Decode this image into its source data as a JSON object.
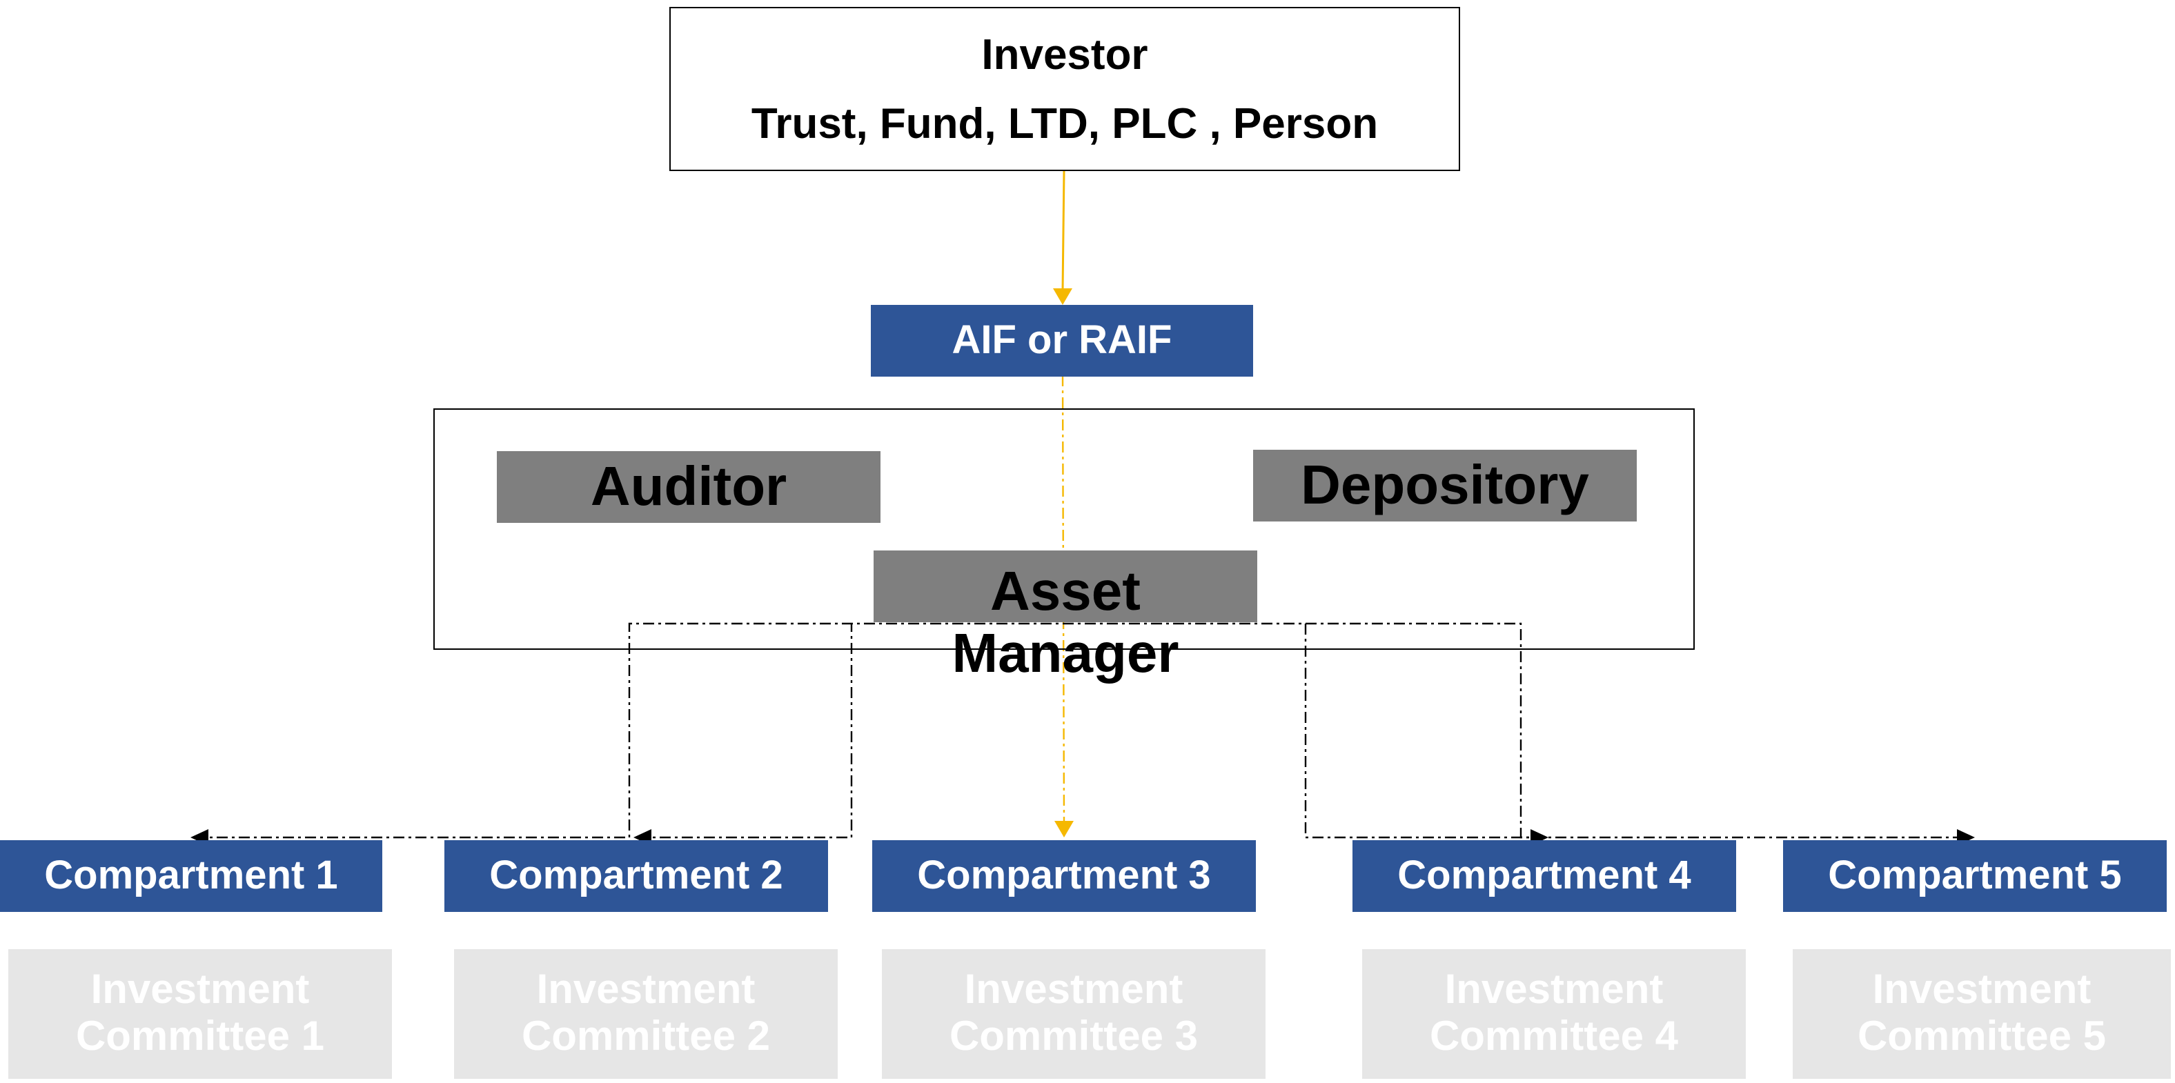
{
  "investor": {
    "title": "Investor",
    "types": "Trust, Fund, LTD, PLC , Person"
  },
  "fund": {
    "label": "AIF or RAIF"
  },
  "service_providers": {
    "auditor": "Auditor",
    "depository": "Depository",
    "asset_manager": "Asset\nManager"
  },
  "compartments": [
    {
      "label": "Compartment 1",
      "committee": "Investment\nCommittee 1"
    },
    {
      "label": "Compartment 2",
      "committee": "Investment\nCommittee 2"
    },
    {
      "label": "Compartment 3",
      "committee": "Investment\nCommittee 3"
    },
    {
      "label": "Compartment 4",
      "committee": "Investment\nCommittee 4"
    },
    {
      "label": "Compartment 5",
      "committee": "Investment\nCommittee 5"
    }
  ],
  "colors": {
    "fund_blue": "#2E5597",
    "provider_grey": "#7F7F7F",
    "committee_grey": "#E6E6E6",
    "flow_arrow": "#F5B800",
    "dashed_connector": "#000000"
  }
}
